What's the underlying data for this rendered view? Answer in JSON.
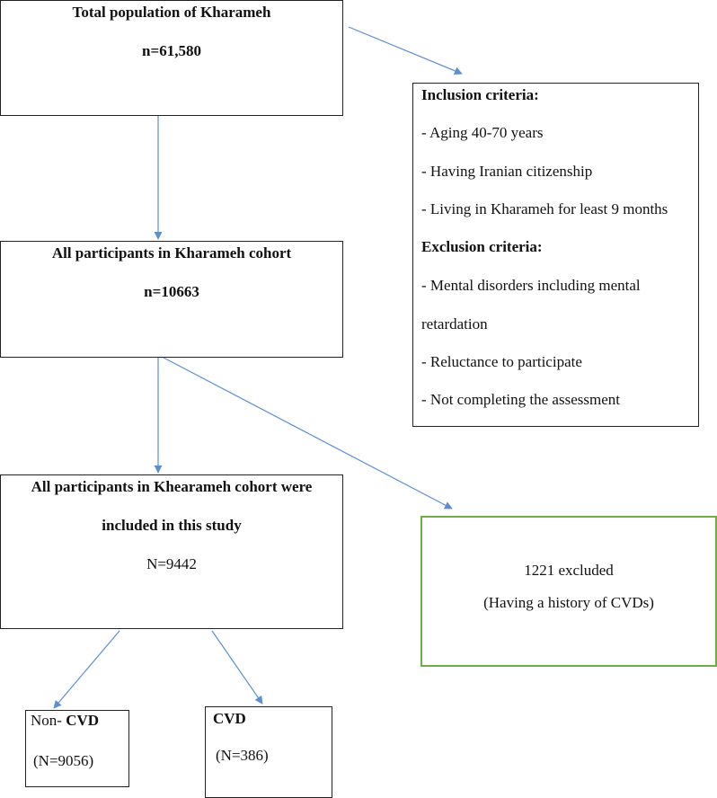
{
  "boxes": {
    "total": {
      "title": "Total population of Kharameh",
      "count": "n=61,580"
    },
    "criteria": {
      "inclusion_heading": "Inclusion criteria:",
      "inclusion_items": [
        "- Aging 40-70 years",
        "-  Having Iranian citizenship",
        "- Living in Kharameh for least 9 months"
      ],
      "exclusion_heading": "Exclusion criteria:",
      "exclusion_items": [
        "- Mental disorders including mental",
        "retardation",
        "- Reluctance to participate",
        "- Not completing the assessment"
      ]
    },
    "cohort": {
      "title": "All participants in Kharameh cohort",
      "count": "n=10663"
    },
    "included": {
      "line1": "All participants in Khearameh cohort were",
      "line2": "included in this study",
      "count": "N=9442"
    },
    "excluded": {
      "line1": "1221 excluded",
      "line2": "(Having a history of CVDs)"
    },
    "non_cvd": {
      "prefix": "Non- ",
      "label": "CVD",
      "count": "(N=9056)"
    },
    "cvd": {
      "label": "CVD",
      "count": "(N=386)"
    }
  },
  "colors": {
    "arrow": "#5b8fd0",
    "box_border": "#222222",
    "excluded_border": "#70ad47"
  }
}
